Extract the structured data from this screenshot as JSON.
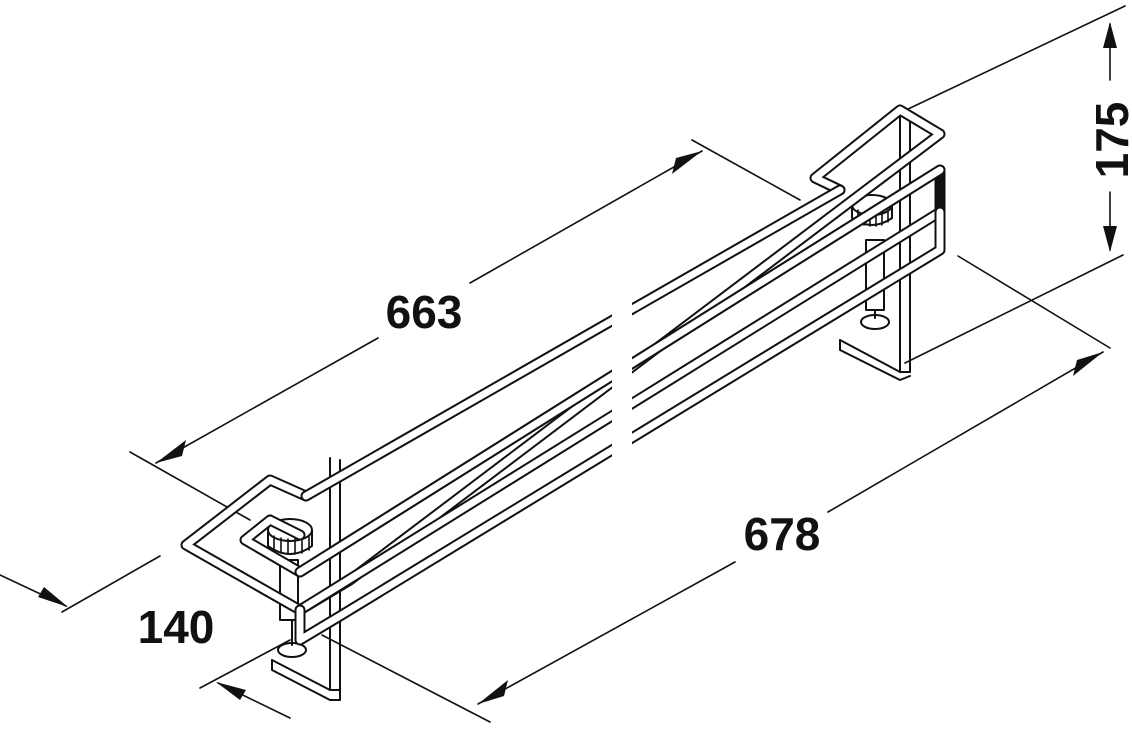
{
  "dimensions": {
    "length_inner": "663",
    "length_outer": "678",
    "height": "175",
    "depth": "140"
  },
  "colors": {
    "line": "#111111",
    "background": "#ffffff"
  }
}
